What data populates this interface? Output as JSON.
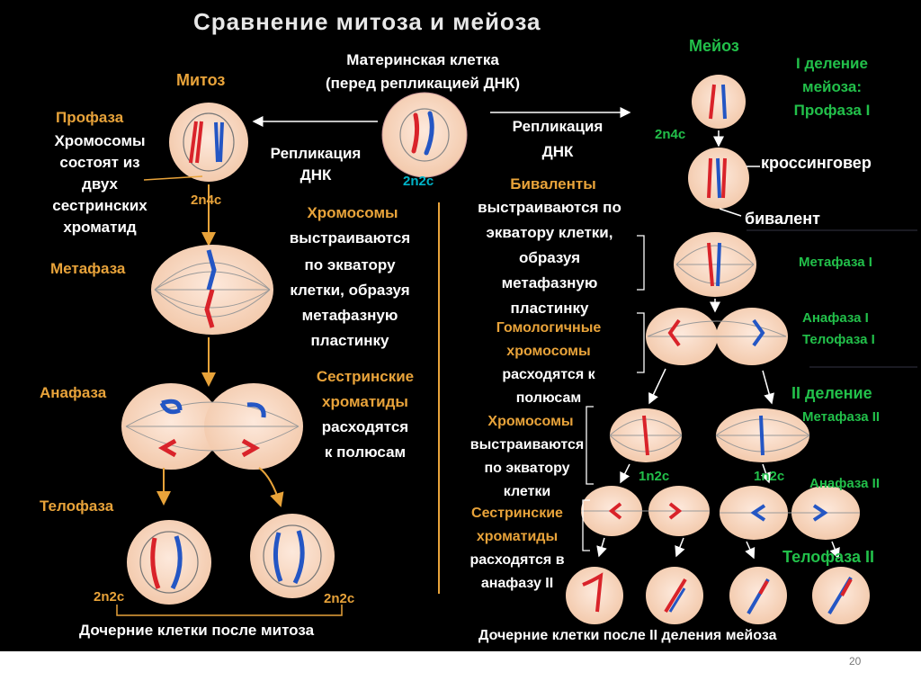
{
  "title": "Сравнение митоза и мейоза",
  "page_number": "20",
  "mother_cell": {
    "line1": "Материнская клетка",
    "line2": "(перед репликацией ДНК)",
    "ploidy": "2n2c"
  },
  "mitosis": {
    "header": "Митоз",
    "replication_line1": "Репликация",
    "replication_line2": "ДНК",
    "prophase": {
      "label": "Профаза",
      "lines": [
        "Хромосомы",
        "состоят из",
        "двух",
        "сестринских",
        "хроматид"
      ],
      "ploidy": "2n4c"
    },
    "metaphase": {
      "label": "Метафаза",
      "lines_yellow": "Хромосомы",
      "lines": [
        "выстраиваются",
        "по экватору",
        "клетки, образуя",
        "метафазную",
        "пластинку"
      ]
    },
    "anaphase": {
      "label": "Анафаза",
      "lines_yellow": [
        "Сестринские",
        "хроматиды"
      ],
      "lines": [
        "расходятся",
        "к полюсам"
      ]
    },
    "telophase": {
      "label": "Телофаза",
      "ploidy_left": "2n2c",
      "ploidy_right": "2n2c"
    },
    "daughter_caption": "Дочерние клетки после митоза"
  },
  "meiosis": {
    "header": "Мейоз",
    "ploidy_2n4c": "2n4c",
    "replication_line1": "Репликация",
    "replication_line2": "ДНК",
    "division1_lines": [
      "I деление",
      "мейоза:",
      "Профаза I"
    ],
    "crossing_over": "кроссинговер",
    "bivalent": "бивалент",
    "bivalents_text": {
      "yellow": "Биваленты",
      "lines": [
        "выстраиваются по",
        "экватору клетки,",
        "образуя",
        "метафазную",
        "пластинку"
      ]
    },
    "metaphase1": "Метафаза I",
    "homologous_text": {
      "yellow": [
        "Гомологичные",
        "хромосомы"
      ],
      "lines": [
        "расходятся к",
        "полюсам"
      ]
    },
    "anaphase1": "Анафаза I",
    "telophase1": "Телофаза I",
    "division2_line1": "II деление",
    "metaphase2": "Метафаза II",
    "chromosomes_text": {
      "yellow": "Хромосомы",
      "lines": [
        "выстраиваются",
        "по экватору",
        "клетки"
      ]
    },
    "ploidy_1n2c_left": "1n2c",
    "ploidy_1n2c_right": "1n2c",
    "anaphase2": "Анафаза II",
    "sister_text": {
      "yellow": [
        "Сестринские",
        "хроматиды"
      ],
      "lines": [
        "расходятся в",
        "анафазу II"
      ]
    },
    "telophase2": "Телофаза II",
    "daughter_caption": "Дочерние клетки  после II деления мейоза"
  },
  "colors": {
    "background": "#000000",
    "cell_fill": "#f7d7c0",
    "label_yellow": "#e8a33a",
    "label_green": "#22c04a",
    "chromosome_red": "#d9232a",
    "chromosome_blue": "#2456c4"
  }
}
